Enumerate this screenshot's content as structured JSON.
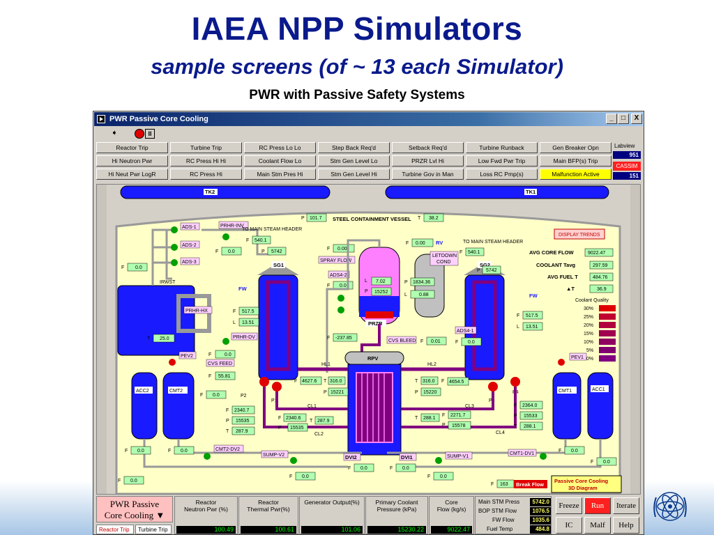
{
  "slide": {
    "title": "IAEA NPP Simulators",
    "subtitle": "sample screens (of ~ 13 each Simulator)",
    "caption": "PWR with Passive Safety Systems"
  },
  "window": {
    "title": "PWR Passive Core Cooling",
    "controls": [
      "_",
      "□",
      "X"
    ]
  },
  "alarms": [
    [
      "Reactor Trip",
      "Turbine Trip",
      "RC Press Lo Lo",
      "Step Back Req'd",
      "Setback Req'd",
      "Turbine Runback",
      "Gen Breaker Opn"
    ],
    [
      "Hi Neutron Pwr",
      "RC Press Hi Hi",
      "Coolant Flow Lo",
      "Stm Gen Level Lo",
      "PRZR Lvl Hi",
      "Low Fwd Pwr Trip",
      "Main BFP(s) Trip"
    ],
    [
      "Hi Neut Pwr LogR",
      "RC Press Hi",
      "Main Stm Pres Hi",
      "Stm Gen Level Hi",
      "Turbine Gov in Man",
      "Loss RC Pmp(s)",
      "Malfunction Active"
    ]
  ],
  "side": {
    "labview_label": "Labview",
    "labview_value": "951",
    "cassim_label": "CASSIM",
    "cassim_value": "151"
  },
  "colors": {
    "vessel_blue": "#1a1aff",
    "pipe_purple": "#800080",
    "value_box": "#b0ffb0",
    "mimic_bg": "#ffffc8"
  },
  "mimic": {
    "tk2": "TK2",
    "tk1": "TK1",
    "containment_label": "STEEL CONTAINMENT VESSEL",
    "containment_p": "101.7",
    "containment_t": "38.2",
    "display_trends": "DISPLAY TRENDS",
    "to_msh_left": "TO MAIN STEAM HEADER",
    "to_msh_right": "TO MAIN STEAM HEADER",
    "ads1": "ADS-1",
    "ads2": "ADS-2",
    "ads3": "ADS-3",
    "ads42": "ADS4-2",
    "ads41": "ADS4-1",
    "prhr_inv": "PRHR-INV",
    "prhr_hx": "PRHR-HX",
    "prhr_dv": "PRHR-DV",
    "irwst": "IRWST",
    "irwst_f": "0.0",
    "irwst_t": "25.0",
    "prhr_dv_f": "0.0",
    "sg1": "SG1",
    "sg1_f": "540.1",
    "sg1_p": "5742",
    "sg1_fw_f": "517.5",
    "sg1_l": "13.51",
    "sg1_f2": "0.0",
    "sg2": "SG2",
    "sg2_f": "540.1",
    "sg2_p": "5742",
    "sg2_fw_f": "517.5",
    "sg2_l": "13.51",
    "fw": "FW",
    "spray_f": "0.00",
    "spray_label": "SPRAY FLOW",
    "ads42_f": "0.0",
    "przr": "PRZR",
    "przr_l": "7.02",
    "przr_p": "15252",
    "rv": "RV",
    "rv_f": "0.00",
    "letdown": "LETDOWN",
    "cond": "COND",
    "cond_p": "1834.36",
    "cond_l": "0.88",
    "cvs_bleed": "CVS BLEED",
    "cvs_bleed_f": "0.01",
    "przr_bot_f": "-237.85",
    "ads41_f": "0.0",
    "avg_core_flow_label": "AVG CORE FLOW",
    "avg_core_flow": "9022.47",
    "coolant_tavg_label": "COOLANT Tavg",
    "coolant_tavg": "297.59",
    "avg_fuel_t_label": "AVG FUEL T",
    "avg_fuel_t": "484.76",
    "dt_label": "▲T",
    "dt": "36.9",
    "coolant_quality_label": "Coolant Quality",
    "quality_levels": [
      "30%",
      "25%",
      "20%",
      "15%",
      "10%",
      "5%",
      "0%"
    ],
    "rpv": "RPV",
    "hl1": "HL1",
    "hl2": "HL2",
    "hl1_f": "4627.6",
    "hl1_t": "316.0",
    "hl1_p": "15221",
    "hl2_t": "316.0",
    "hl2_f": "4654.5",
    "hl2_p": "15220",
    "cl1": "CL1",
    "cl2": "CL2",
    "cl3": "CL3",
    "cl4": "CL4",
    "cl1_f": "2340.6",
    "cl1_p": "15535",
    "cl2_f": "2340.7",
    "cl2_p": "15535",
    "cl2_t": "287.9",
    "cl2_t2": "287.9",
    "cl3_t": "288.1",
    "cl3_f": "2271.7",
    "cl3_p": "15578",
    "cl4_f": "2364.0",
    "cl4_p": "15533",
    "cl4_t": "288.1",
    "p1": "P1",
    "p2": "P2",
    "p3": "P3",
    "p4": "P4",
    "cvs_feed": "CVS FEED",
    "cvs_feed_f": "55.81",
    "pev1": "PEV1",
    "pev2": "PEV2",
    "acc2": "ACC2",
    "cmt2": "CMT2",
    "cmt1": "CMT1",
    "acc1": "ACC1",
    "cmt2_f": "0.0",
    "acc2_f": "0.0",
    "cmt2_f2": "0.0",
    "cmt2_dv2": "CMT2-DV2",
    "sump_v2": "SUMP-V2",
    "sump_v1": "SUMP-V1",
    "sump_f": "0.0",
    "sump_f2": "0.0",
    "dvi2": "DVI2",
    "dvi1": "DVI1",
    "dvi2_f": "0.0",
    "dvi1_f": "0.0",
    "cmt1_dv1": "CMT1-DV1",
    "cmt1_f": "0.0",
    "acc1_f": "0.0",
    "bottom_left_f": "0.0",
    "break_f": "163",
    "break_label": "Break Flow",
    "pcc_btn_1": "Passive Core Cooling",
    "pcc_btn_2": "3D Diagram"
  },
  "bottom": {
    "screen_name_1": "PWR Passive",
    "screen_name_2": "Core Cooling",
    "tabs": [
      "Reactor Trip",
      "Turbine Trip"
    ],
    "meters": [
      {
        "h1": "Reactor",
        "h2": "Neutron Pwr (%)",
        "v": "100.49"
      },
      {
        "h1": "Reactor",
        "h2": "Thermal Pwr(%)",
        "v": "100.61"
      },
      {
        "h1": "Generator Output(%)",
        "h2": "",
        "v": "101.06"
      },
      {
        "h1": "Primary Coolant",
        "h2": "Pressure (kPa)",
        "v": "15230.22"
      },
      {
        "h1": "Core",
        "h2": "Flow (kg/s)",
        "v": "9022.47"
      }
    ],
    "list": [
      {
        "l": "Main STM Press",
        "v": "5742.0"
      },
      {
        "l": "BOP STM Flow",
        "v": "1076.5"
      },
      {
        "l": "FW Flow",
        "v": "1035.6"
      },
      {
        "l": "Fuel Temp",
        "v": "484.8"
      }
    ],
    "controls": {
      "freeze": "Freeze",
      "run": "Run",
      "iterate": "Iterate",
      "ic": "IC",
      "malf": "Malf",
      "help": "Help"
    }
  }
}
